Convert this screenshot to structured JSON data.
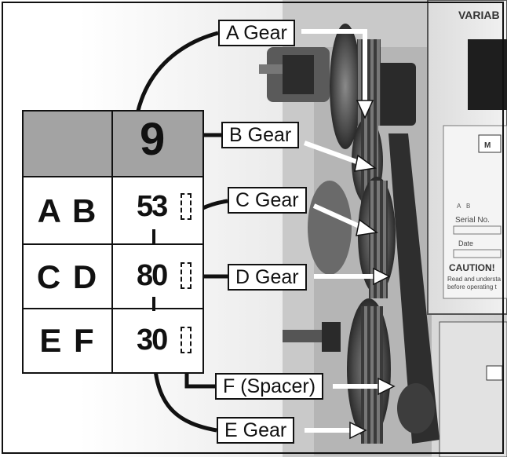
{
  "chart": {
    "header_number": "9",
    "rows": [
      {
        "label": "A B",
        "value": "53"
      },
      {
        "label": "C D",
        "value": "80"
      },
      {
        "label": "E F",
        "value": "30"
      }
    ]
  },
  "callouts": {
    "a_gear": "A Gear",
    "b_gear": "B Gear",
    "c_gear": "C Gear",
    "d_gear": "D Gear",
    "f_spacer": "F (Spacer)",
    "e_gear": "E Gear"
  },
  "machine": {
    "panel_title": "VARIAB",
    "plate_serial": "Serial No.",
    "plate_date": "Date",
    "plate_caution": "CAUTION!",
    "plate_text_1": "Read and understa",
    "plate_text_2": "before operating t",
    "diagram_label_a": "A",
    "diagram_label_b": "B",
    "diagram_label_m": "M"
  }
}
